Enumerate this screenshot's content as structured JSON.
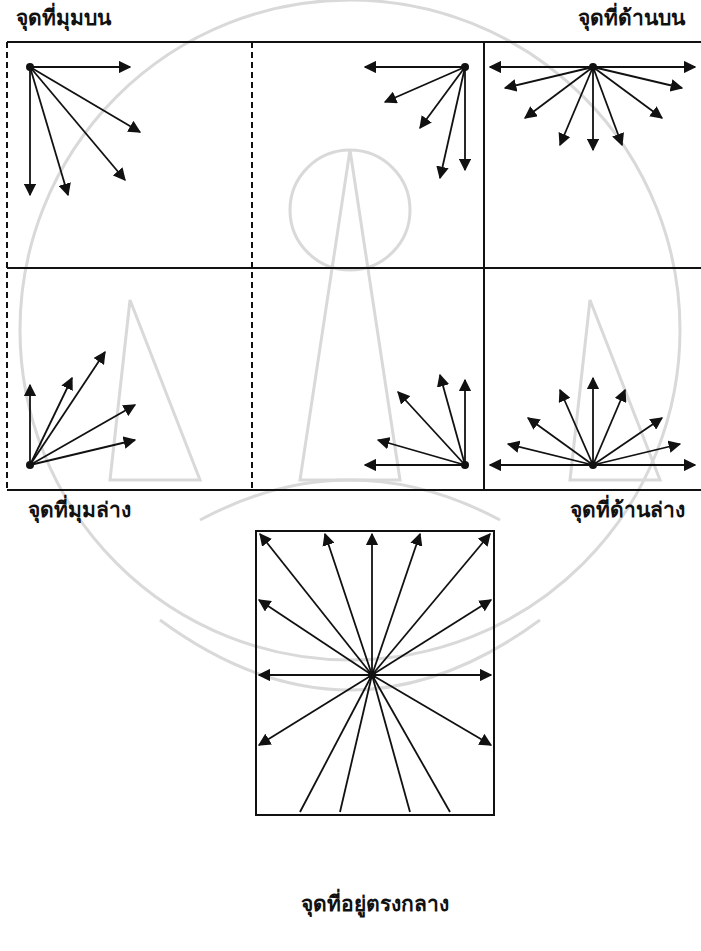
{
  "diagram": {
    "labels": [
      "จุดที่มุมบน",
      "จุดที่ด้านบน",
      "จุดที่มุมล่าง",
      "จุดที่ด้านล่าง",
      "จุดที่อยู่ตรงกลาง"
    ]
  }
}
